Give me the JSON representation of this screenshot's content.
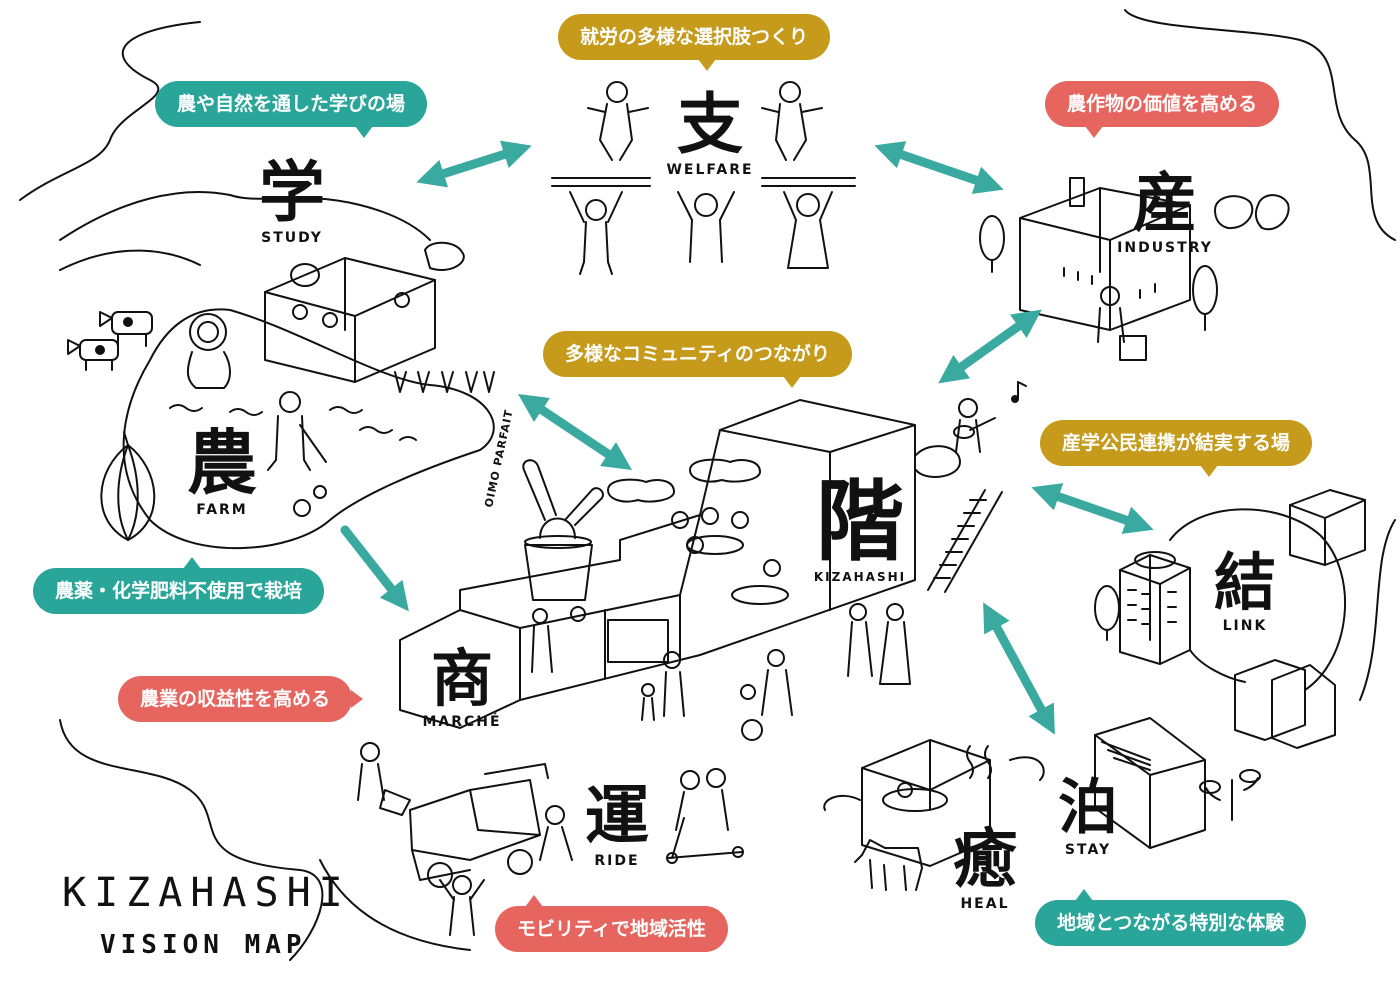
{
  "colors": {
    "teal": "#2aa59a",
    "mustard": "#c69b1c",
    "coral": "#e6655f",
    "ink": "#111111",
    "arrow": "#3aa9a0"
  },
  "title": {
    "main": "KIZAHASHI",
    "sub": "VISION MAP"
  },
  "nodes": {
    "study": {
      "kanji": "学",
      "label": "STUDY"
    },
    "welfare": {
      "kanji": "支",
      "label": "WELFARE"
    },
    "industry": {
      "kanji": "産",
      "label": "INDUSTRY"
    },
    "farm": {
      "kanji": "農",
      "label": "FARM"
    },
    "kizahashi": {
      "kanji": "階",
      "label": "KIZAHASHI"
    },
    "link": {
      "kanji": "結",
      "label": "LINK"
    },
    "marche": {
      "kanji": "商",
      "label": "MARCHÉ"
    },
    "ride": {
      "kanji": "運",
      "label": "RIDE"
    },
    "stay": {
      "kanji": "泊",
      "label": "STAY"
    },
    "heal": {
      "kanji": "癒",
      "label": "HEAL"
    }
  },
  "bubbles": {
    "welfare": "就労の多様な選択肢つくり",
    "study": "農や自然を通した学びの場",
    "industry": "農作物の価値を高める",
    "community": "多様なコミュニティのつながり",
    "link": "産学公民連携が結実する場",
    "farm": "農薬・化学肥料不使用で栽培",
    "marche": "農業の収益性を高める",
    "ride": "モビリティで地域活性",
    "stay": "地域とつながる特別な体験"
  },
  "illustration_labels": {
    "parfait": "OIMO PARFAIT"
  },
  "icons": [
    "cow-icon",
    "onion-icon",
    "farmer-icon",
    "sprout-icon",
    "classroom-icon",
    "worker-figure-icon",
    "factory-icon",
    "sweet-potato-icon",
    "tree-icon",
    "parfait-icon",
    "staircase-building-icon",
    "ladder-icon",
    "guitar-player-icon",
    "office-building-icon",
    "truck-icon",
    "scooter-icon",
    "horse-icon",
    "bathtub-icon",
    "inn-building-icon",
    "bonsai-icon",
    "music-note-icon"
  ]
}
